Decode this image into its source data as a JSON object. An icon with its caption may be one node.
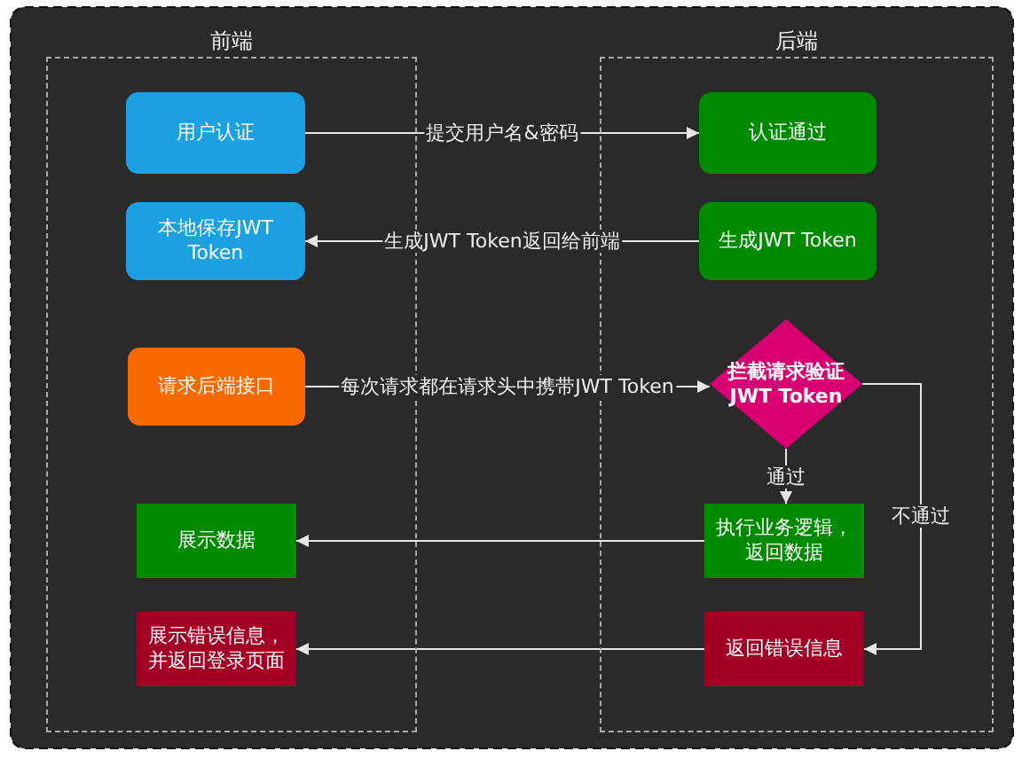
{
  "diagram": {
    "nodes": [
      {
        "text": [
          "前端"
        ]
      },
      {
        "text": [
          "后端"
        ]
      },
      {
        "text": [
          "用户认证"
        ],
        "in": 0
      },
      {
        "text": [
          "认证通过"
        ],
        "in": 1
      },
      {
        "text": [
          "本地保存JWT Token"
        ],
        "in": 0
      },
      {
        "text": [
          "生成JWT Token"
        ],
        "in": 1
      },
      {
        "text": [
          "请求后端接口"
        ],
        "in": 0
      },
      {
        "text": [
          "拦截请求验证JWT Token"
        ],
        "in": 1
      },
      {
        "text": [
          "展示数据"
        ],
        "in": 0
      },
      {
        "text": [
          "执行业务逻辑，返回数据"
        ],
        "in": 1
      },
      {
        "text": [
          "展示错误信息，并返回登录页面"
        ],
        "in": 0
      },
      {
        "text": [
          "返回错误信息"
        ],
        "in": 1
      }
    ],
    "edges": [
      {
        "from": 2,
        "to": 3,
        "arrow": "to",
        "label": "提交用户名&密码"
      },
      {
        "from": 5,
        "to": 4,
        "arrow": "to",
        "label": "生成JWT Token返回给前端"
      },
      {
        "from": 6,
        "to": 7,
        "arrow": "to",
        "label": "每次请求都在请求头中携带JWT Token"
      },
      {
        "from": 7,
        "to": 9,
        "arrow": "to",
        "label": "通过"
      },
      {
        "from": 7,
        "to": 11,
        "arrow": "to",
        "label": "不通过"
      },
      {
        "from": 9,
        "to": 8,
        "arrow": "to"
      },
      {
        "from": 11,
        "to": 10,
        "arrow": "to"
      }
    ]
  }
}
